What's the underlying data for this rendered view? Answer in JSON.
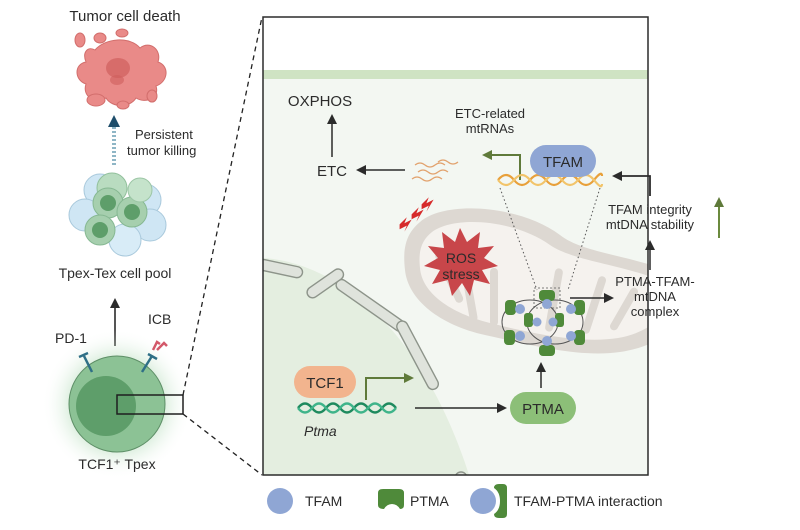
{
  "left_panel": {
    "tumor_death_label": "Tumor cell death",
    "persistent_line1": "Persistent",
    "persistent_line2": "tumor killing",
    "cell_pool_label": "Tpex-Tex cell pool",
    "pd1_label": "PD-1",
    "icb_label": "ICB",
    "tpex_label": "TCF1⁺ Tpex"
  },
  "zoom_panel": {
    "oxphos_label": "OXPHOS",
    "etc_label": "ETC",
    "etc_rnas_line1": "ETC-related",
    "etc_rnas_line2": "mtRNAs",
    "tfam_label": "TFAM",
    "integrity_line1": "TFAM integrity",
    "integrity_line2": "mtDNA stability",
    "ros_line1": "ROS",
    "ros_line2": "stress",
    "complex_line1": "PTMA-TFAM-",
    "complex_line2": "mtDNA",
    "complex_line3": "complex",
    "tcf1_label": "TCF1",
    "ptma_gene_label": "Ptma",
    "ptma_protein_label": "PTMA"
  },
  "legend": {
    "items": [
      {
        "label": "TFAM",
        "symbol": "blue-circle"
      },
      {
        "label": "PTMA",
        "symbol": "green-clamp"
      },
      {
        "label": "TFAM-PTMA interaction",
        "symbol": "circle-plus-clamp"
      }
    ]
  },
  "colors": {
    "tfam_blue": "#8fa6d4",
    "ptma_green": "#4f8a3a",
    "ptma_box": "#8cbf78",
    "tcf1_orange": "#f2b48e",
    "ros_red": "#c8464a",
    "bolt_red": "#d62a2a",
    "tumor_pink": "#e98a88",
    "panel_bg": "#f3f7f2",
    "membrane_green": "#cfe3c3",
    "mito_gray": "#ddd8d2",
    "arrow_green": "#5f7a3a"
  }
}
